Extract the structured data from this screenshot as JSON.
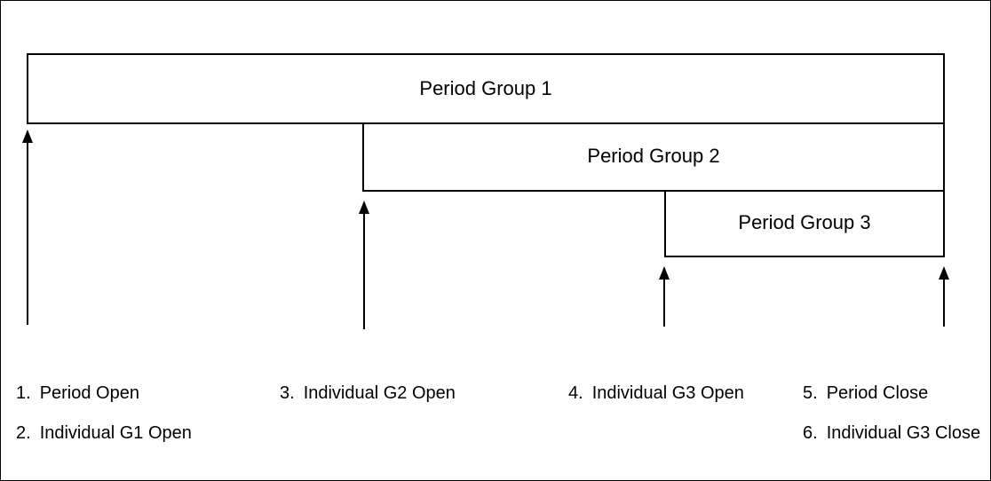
{
  "groups": [
    {
      "label": "Period Group 1"
    },
    {
      "label": "Period Group 2"
    },
    {
      "label": "Period Group 3"
    }
  ],
  "legend": [
    {
      "num": "1.",
      "label": "Period Open"
    },
    {
      "num": "2.",
      "label": "Individual G1 Open"
    },
    {
      "num": "3.",
      "label": "Individual G2 Open"
    },
    {
      "num": "4.",
      "label": "Individual G3 Open"
    },
    {
      "num": "5.",
      "label": "Period Close"
    },
    {
      "num": "6.",
      "label": "Individual G3 Close"
    }
  ]
}
